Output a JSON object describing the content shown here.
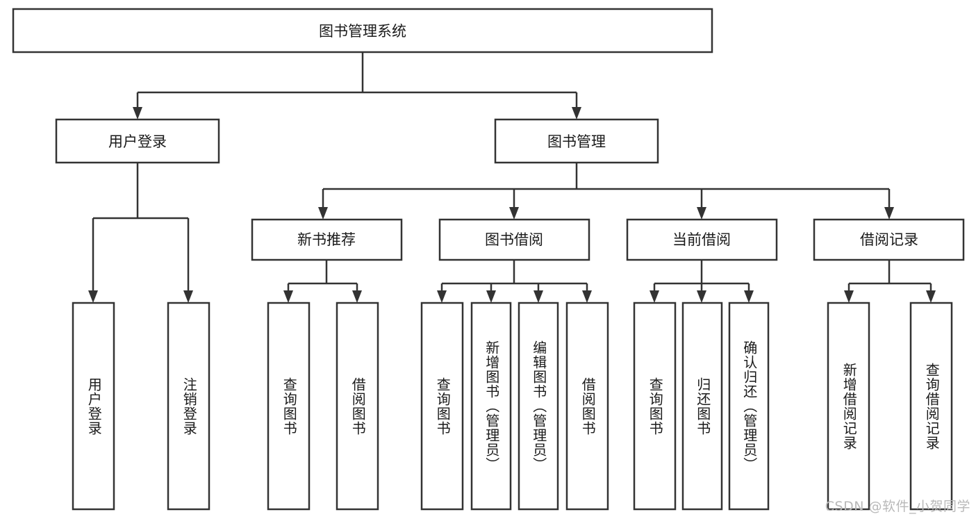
{
  "diagram": {
    "title": "图书管理系统",
    "type": "tree",
    "root": {
      "id": "root",
      "label": "图书管理系统",
      "orientation": "horizontal"
    },
    "level2": [
      {
        "id": "user-login",
        "label": "用户登录",
        "orientation": "horizontal"
      },
      {
        "id": "book-management",
        "label": "图书管理",
        "orientation": "horizontal"
      }
    ],
    "level3": [
      {
        "id": "new-book-recommend",
        "label": "新书推荐",
        "orientation": "horizontal",
        "parent": "book-management"
      },
      {
        "id": "book-borrow",
        "label": "图书借阅",
        "orientation": "horizontal",
        "parent": "book-management"
      },
      {
        "id": "current-borrow",
        "label": "当前借阅",
        "orientation": "horizontal",
        "parent": "book-management"
      },
      {
        "id": "borrow-record",
        "label": "借阅记录",
        "orientation": "horizontal",
        "parent": "book-management"
      }
    ],
    "leaves": [
      {
        "id": "leaf-user-login",
        "label": "用户登录",
        "parent": "user-login",
        "orientation": "vertical"
      },
      {
        "id": "leaf-logout-login",
        "label": "注销登录",
        "parent": "user-login",
        "orientation": "vertical"
      },
      {
        "id": "leaf-query-book-1",
        "label": "查询图书",
        "parent": "new-book-recommend",
        "orientation": "vertical"
      },
      {
        "id": "leaf-borrow-book-1",
        "label": "借阅图书",
        "parent": "new-book-recommend",
        "orientation": "vertical"
      },
      {
        "id": "leaf-query-book-2",
        "label": "查询图书",
        "parent": "book-borrow",
        "orientation": "vertical"
      },
      {
        "id": "leaf-add-book",
        "label": "新增图书（管理员）",
        "parent": "book-borrow",
        "orientation": "vertical"
      },
      {
        "id": "leaf-edit-book",
        "label": "编辑图书（管理员）",
        "parent": "book-borrow",
        "orientation": "vertical"
      },
      {
        "id": "leaf-borrow-book-2",
        "label": "借阅图书",
        "parent": "book-borrow",
        "orientation": "vertical"
      },
      {
        "id": "leaf-query-book-3",
        "label": "查询图书",
        "parent": "current-borrow",
        "orientation": "vertical"
      },
      {
        "id": "leaf-return-book",
        "label": "归还图书",
        "parent": "current-borrow",
        "orientation": "vertical"
      },
      {
        "id": "leaf-confirm-return",
        "label": "确认归还（管理员）",
        "parent": "current-borrow",
        "orientation": "vertical"
      },
      {
        "id": "leaf-add-record",
        "label": "新增借阅记录",
        "parent": "borrow-record",
        "orientation": "vertical"
      },
      {
        "id": "leaf-query-record",
        "label": "查询借阅记录",
        "parent": "borrow-record",
        "orientation": "vertical"
      }
    ],
    "colors": {
      "stroke": "#333333",
      "fill": "#ffffff",
      "text": "#1a1a1a",
      "watermark": "#b9b9b9"
    }
  },
  "watermark": {
    "text": "CSDN @软件_小贺同学"
  }
}
